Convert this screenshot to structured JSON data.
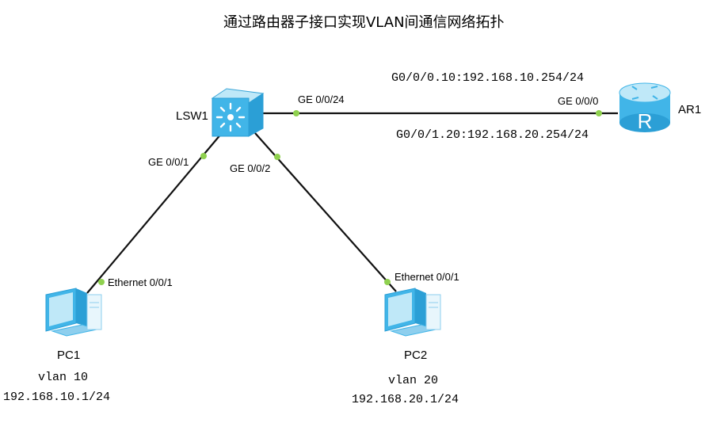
{
  "title": "通过路由器子接口实现VLAN间通信网络拓扑",
  "devices": {
    "switch": {
      "name": "LSW1",
      "icon": "l3-switch-icon"
    },
    "router": {
      "name": "AR1",
      "icon": "router-icon"
    },
    "pc1": {
      "name": "PC1",
      "icon": "pc-icon",
      "vlan": "vlan 10",
      "ip": "192.168.10.1/24"
    },
    "pc2": {
      "name": "PC2",
      "icon": "pc-icon",
      "vlan": "vlan 20",
      "ip": "192.168.20.1/24"
    }
  },
  "interfaces": {
    "sw_to_router": "GE 0/0/24",
    "router_to_sw": "GE 0/0/0",
    "sw_to_pc1": "GE 0/0/1",
    "sw_to_pc2": "GE 0/0/2",
    "pc1_port": "Ethernet 0/0/1",
    "pc2_port": "Ethernet 0/0/1"
  },
  "subinterfaces": {
    "sub10": "G0/0/0.10:192.168.10.254/24",
    "sub20": "G0/0/1.20:192.168.20.254/24"
  },
  "colors": {
    "link": "#111111",
    "port_dot": "#8fd14f",
    "device_blue": "#41b5e8",
    "device_light": "#bfe8f8"
  }
}
